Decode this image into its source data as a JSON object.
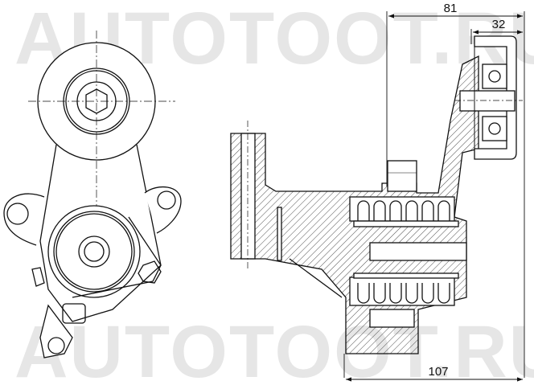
{
  "watermark": {
    "text": "AUTOTOOT.RU",
    "color": "#e6e6e6"
  },
  "dimensions": {
    "d81": "81",
    "d32": "32",
    "d107": "107"
  },
  "drawing": {
    "line_color": "#111111",
    "views": [
      "front-view",
      "section-view"
    ]
  }
}
